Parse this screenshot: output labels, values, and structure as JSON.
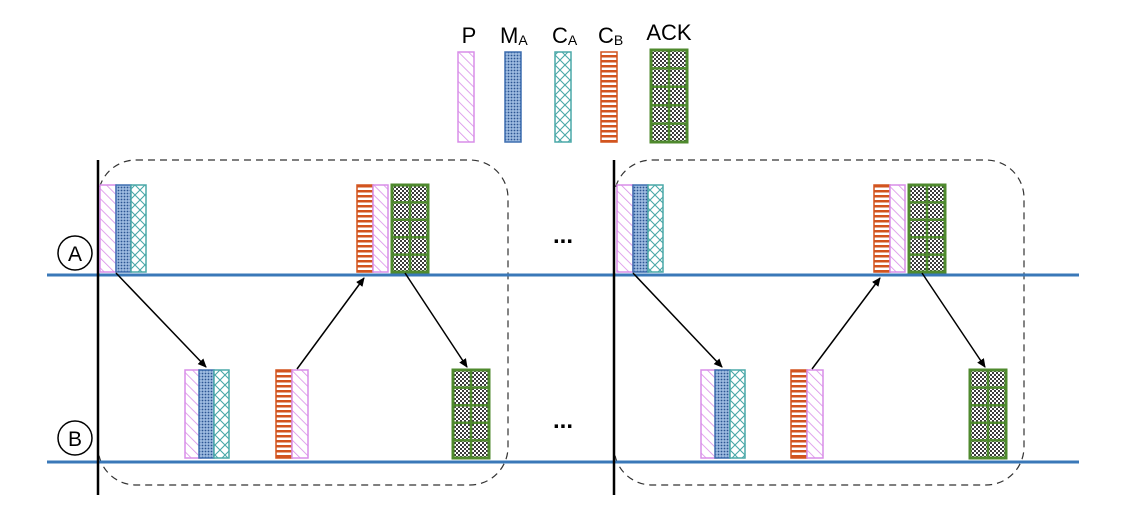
{
  "legend": {
    "p": "P",
    "ma_main": "M",
    "ma_sub": "A",
    "ca_main": "C",
    "ca_sub": "A",
    "cb_main": "C",
    "cb_sub": "B",
    "ack": "ACK"
  },
  "nodes": {
    "a": "A",
    "b": "B"
  },
  "ellipsis": "...",
  "colors": {
    "p": "#d98ee8",
    "ma": "#3f6fb0",
    "ca": "#4aa8a8",
    "cb": "#d2541f",
    "ack": "#4f8a2e",
    "timeline": "#3a78b8"
  }
}
